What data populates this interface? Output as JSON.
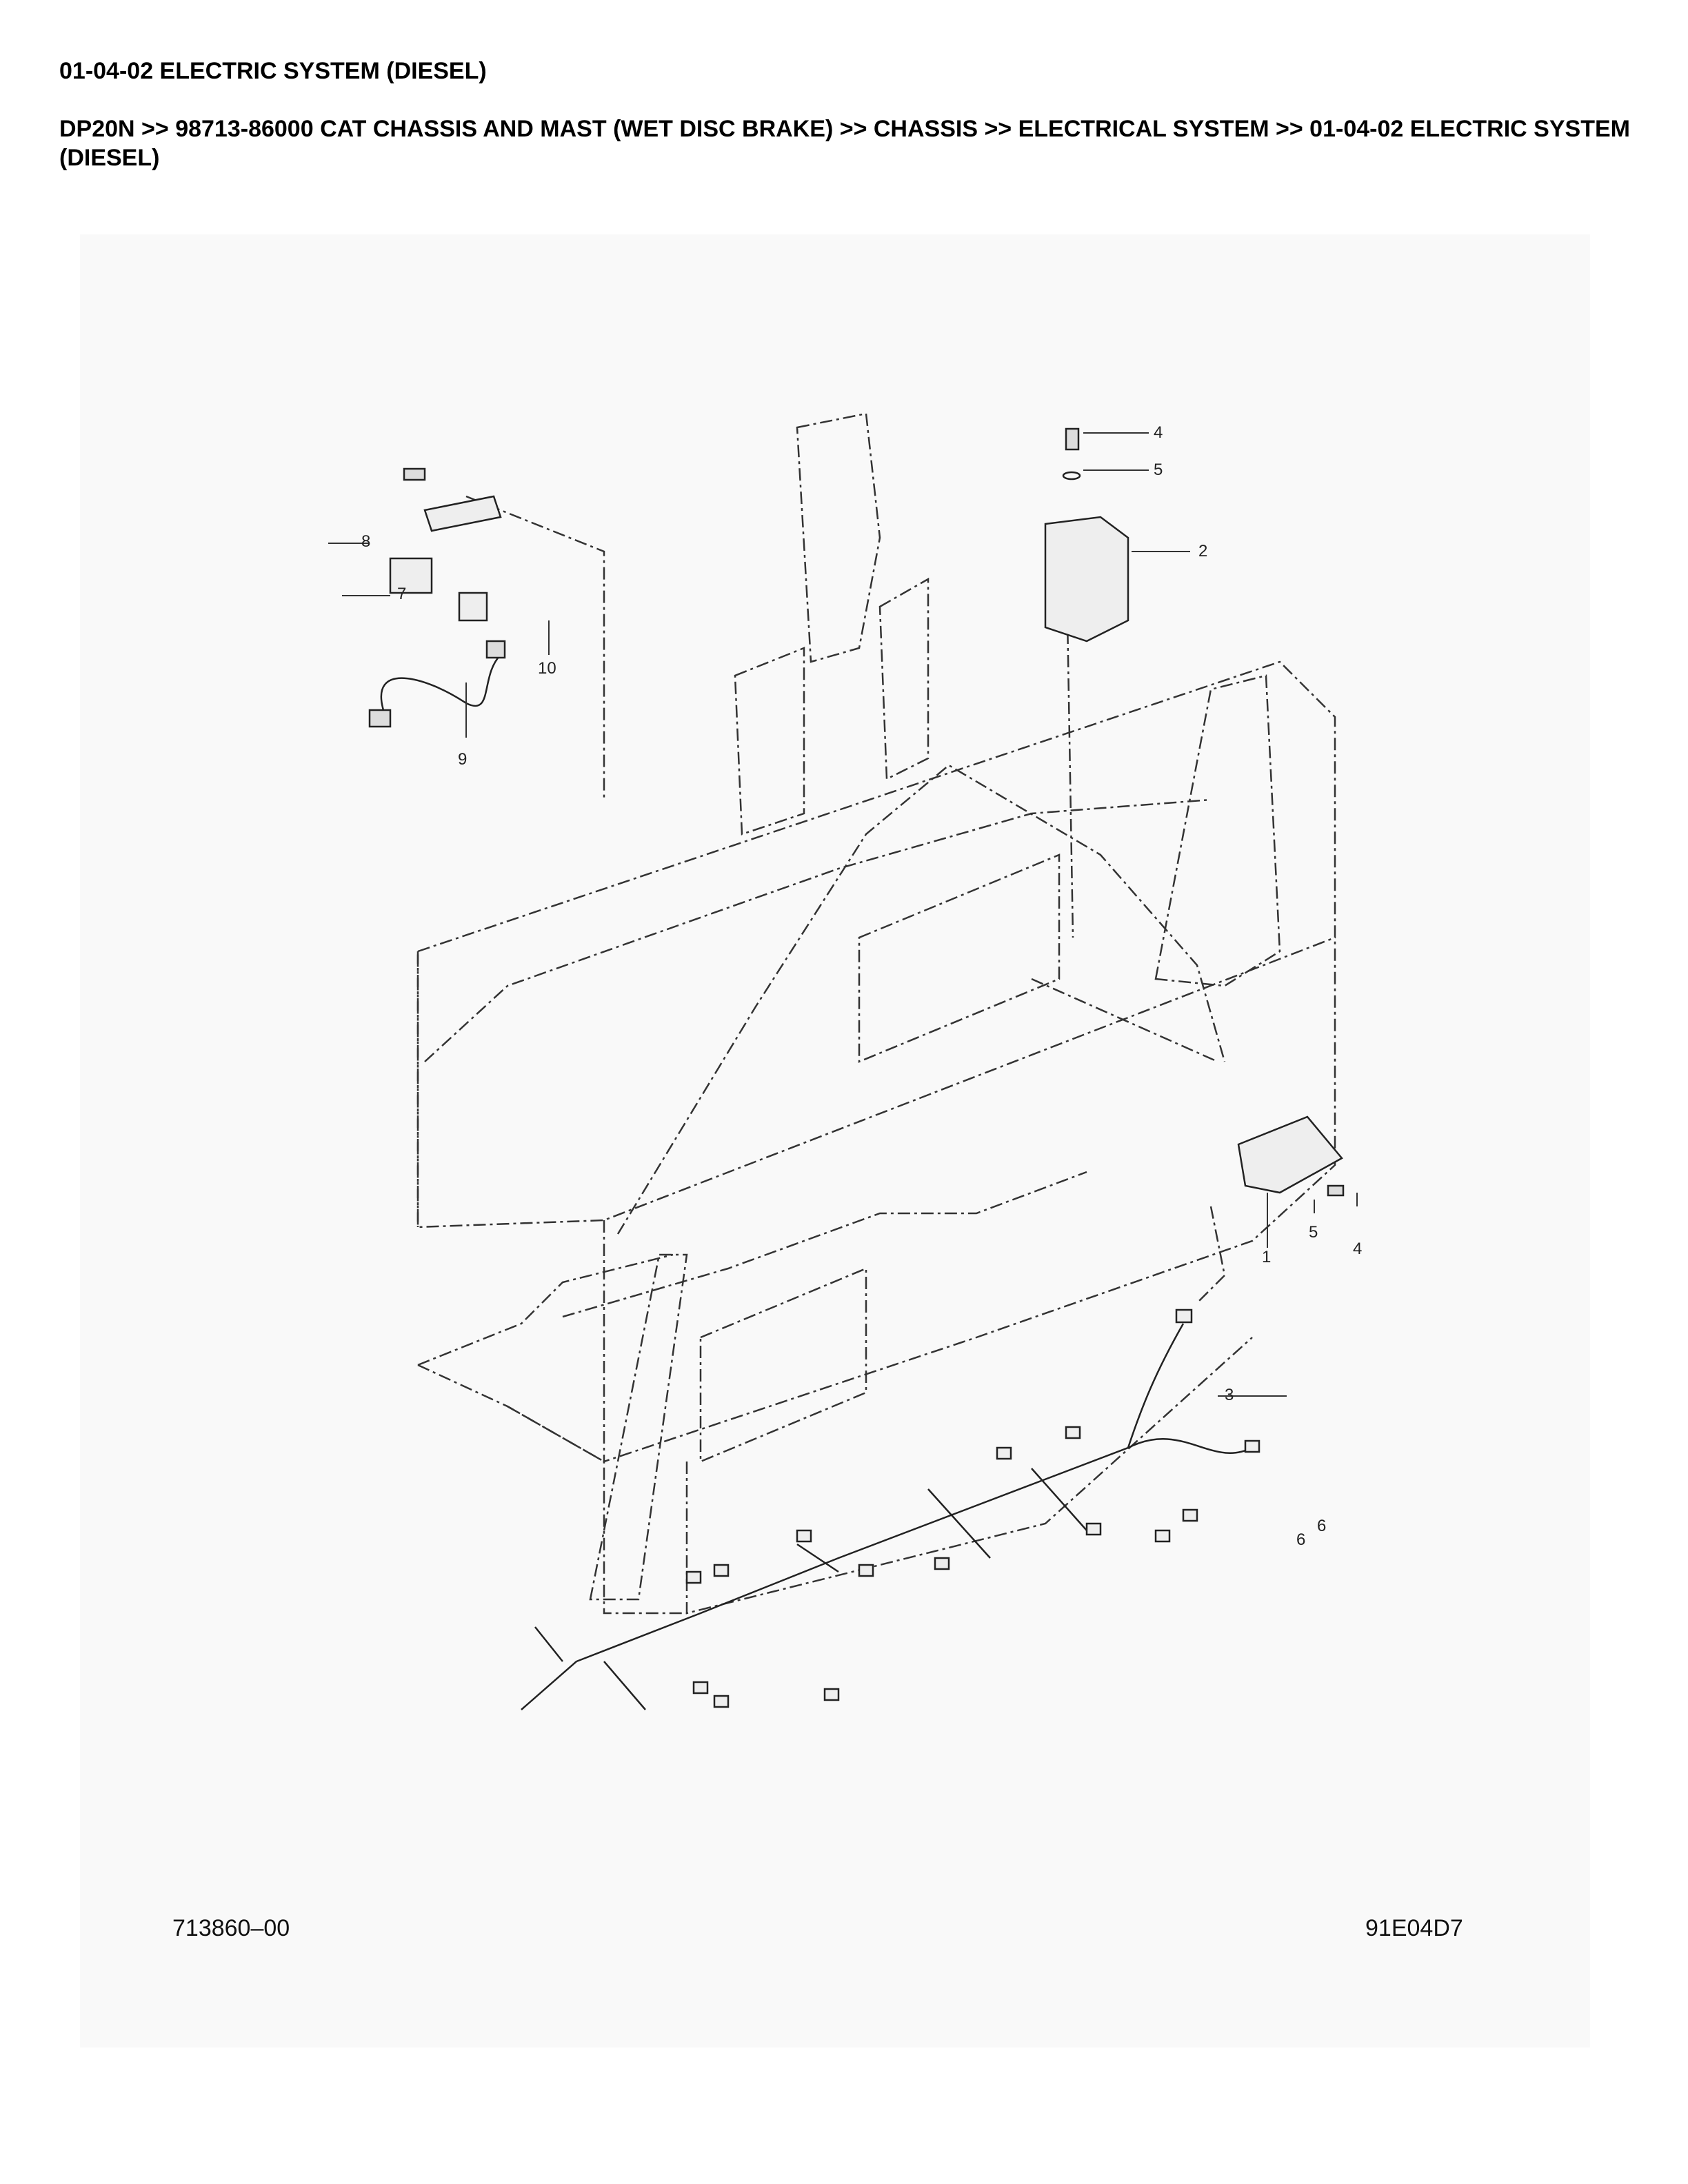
{
  "header": {
    "title": "01-04-02 ELECTRIC SYSTEM (DIESEL)",
    "breadcrumb": "DP20N >> 98713-86000 CAT CHASSIS AND MAST (WET DISC BRAKE) >> CHASSIS >> ELECTRICAL SYSTEM >> 01-04-02 ELECTRIC SYSTEM (DIESEL)"
  },
  "diagram": {
    "callouts": [
      "4",
      "5",
      "2",
      "8",
      "7",
      "10",
      "9",
      "1",
      "5",
      "4",
      "3",
      "6",
      "6"
    ],
    "drawing_number": "713860–00",
    "figure_code": "91E04D7"
  }
}
